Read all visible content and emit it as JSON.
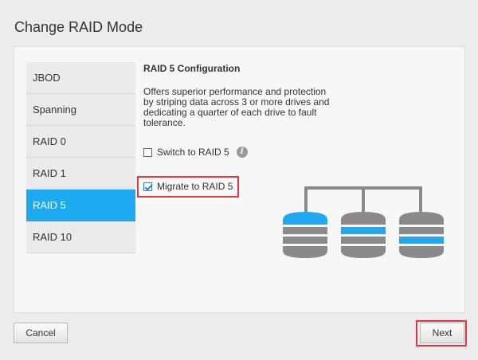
{
  "dialog": {
    "title": "Change RAID Mode"
  },
  "modes": [
    {
      "label": "JBOD",
      "selected": false
    },
    {
      "label": "Spanning",
      "selected": false
    },
    {
      "label": "RAID 0",
      "selected": false
    },
    {
      "label": "RAID 1",
      "selected": false
    },
    {
      "label": "RAID 5",
      "selected": true
    },
    {
      "label": "RAID 10",
      "selected": false
    }
  ],
  "config": {
    "title": "RAID 5 Configuration",
    "description": "Offers superior performance and protection by striping data across 3 or more drives and dedicating a quarter of each drive to fault tolerance.",
    "switch_label": "Switch to RAID 5",
    "switch_checked": false,
    "migrate_label": "Migrate to RAID 5",
    "migrate_checked": true,
    "info_icon": "info-icon"
  },
  "buttons": {
    "cancel": "Cancel",
    "next": "Next"
  },
  "colors": {
    "accent": "#1eaaf1",
    "highlight": "#e0383e",
    "drive_gray": "#8a8a8a"
  }
}
